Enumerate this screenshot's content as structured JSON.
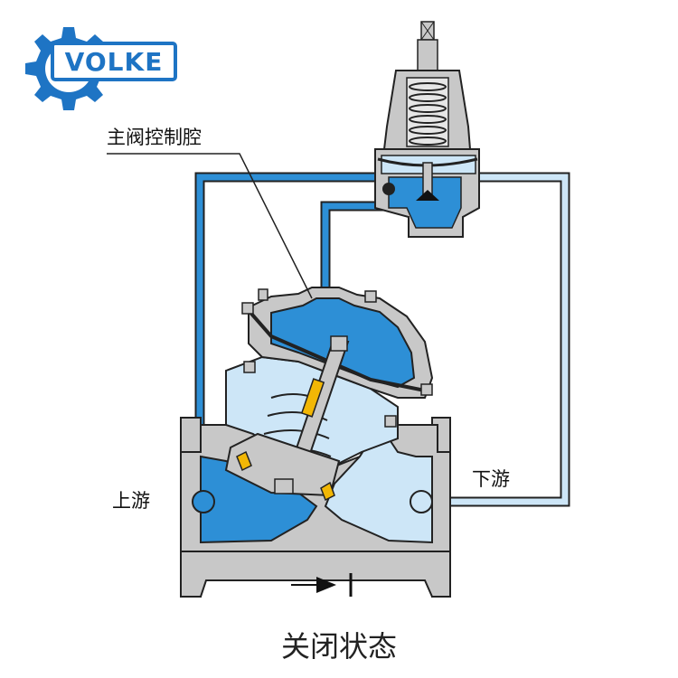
{
  "logo": {
    "text": "VOLKE",
    "color": "#1e74c4"
  },
  "labels": {
    "main_valve_control_chamber": "主阀控制腔",
    "upstream": "上游",
    "downstream": "下游"
  },
  "caption": "关闭状态",
  "colors": {
    "high_pressure_water": "#2d8fd6",
    "low_pressure_water": "#cde6f7",
    "metal": "#c8c8c8",
    "diaphragm": "#222222",
    "seal": "#f2b705"
  }
}
